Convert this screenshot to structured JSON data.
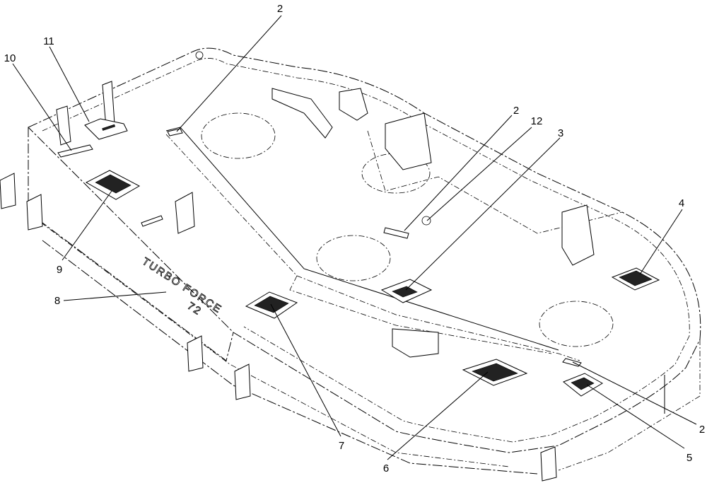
{
  "callouts": [
    {
      "id": "c1",
      "label": "2"
    },
    {
      "id": "c2",
      "label": "2"
    },
    {
      "id": "c3",
      "label": "12"
    },
    {
      "id": "c4",
      "label": "3"
    },
    {
      "id": "c5",
      "label": "4"
    },
    {
      "id": "c6",
      "label": "11"
    },
    {
      "id": "c7",
      "label": "10"
    },
    {
      "id": "c8",
      "label": "9"
    },
    {
      "id": "c9",
      "label": "8"
    },
    {
      "id": "c10",
      "label": "7"
    },
    {
      "id": "c11",
      "label": "6"
    },
    {
      "id": "c12",
      "label": "5"
    },
    {
      "id": "c13",
      "label": "2"
    }
  ],
  "deck_embossing": {
    "line1": "TURBO FORCE",
    "line2": "72"
  }
}
